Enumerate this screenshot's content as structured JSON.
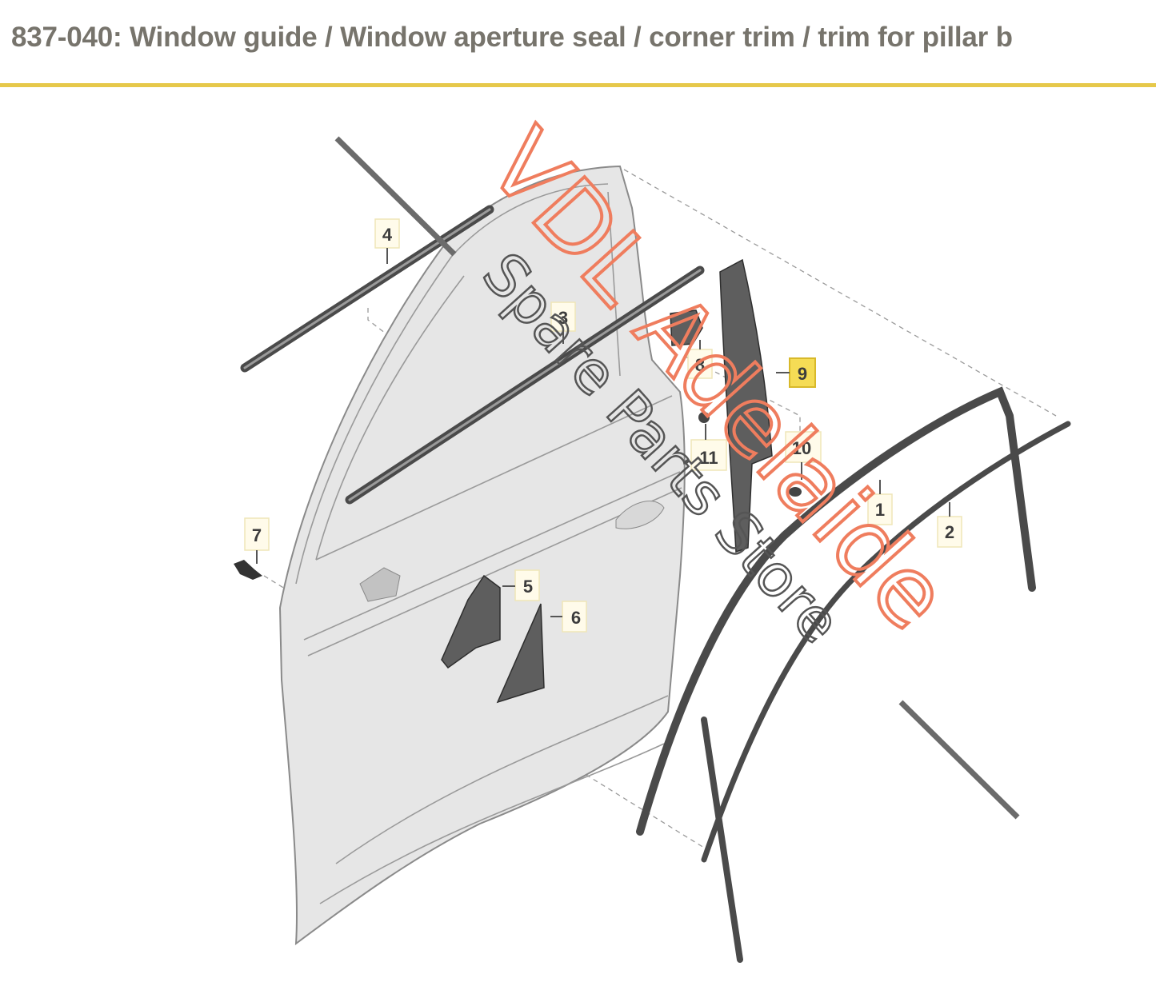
{
  "header": {
    "title": "837-040: Window guide / Window aperture seal / corner trim / trim for pillar b",
    "accent_color": "#e6c84a"
  },
  "diagram": {
    "subject": "front door exploded view",
    "callouts": [
      {
        "id": "1",
        "label": "1",
        "highlighted": false
      },
      {
        "id": "2",
        "label": "2",
        "highlighted": false
      },
      {
        "id": "3",
        "label": "3",
        "highlighted": false
      },
      {
        "id": "4",
        "label": "4",
        "highlighted": false
      },
      {
        "id": "5",
        "label": "5",
        "highlighted": false
      },
      {
        "id": "6",
        "label": "6",
        "highlighted": false
      },
      {
        "id": "7",
        "label": "7",
        "highlighted": false
      },
      {
        "id": "8",
        "label": "8",
        "highlighted": false
      },
      {
        "id": "9",
        "label": "9",
        "highlighted": true
      },
      {
        "id": "10",
        "label": "10",
        "highlighted": false
      },
      {
        "id": "11",
        "label": "11",
        "highlighted": false
      }
    ],
    "highlight_color": "#f5dc55"
  },
  "watermark": {
    "line1": "VDL Adelaide",
    "line2": "Spare Parts Store",
    "line1_color": "#ef7d5e",
    "line2_color": "#555555"
  }
}
